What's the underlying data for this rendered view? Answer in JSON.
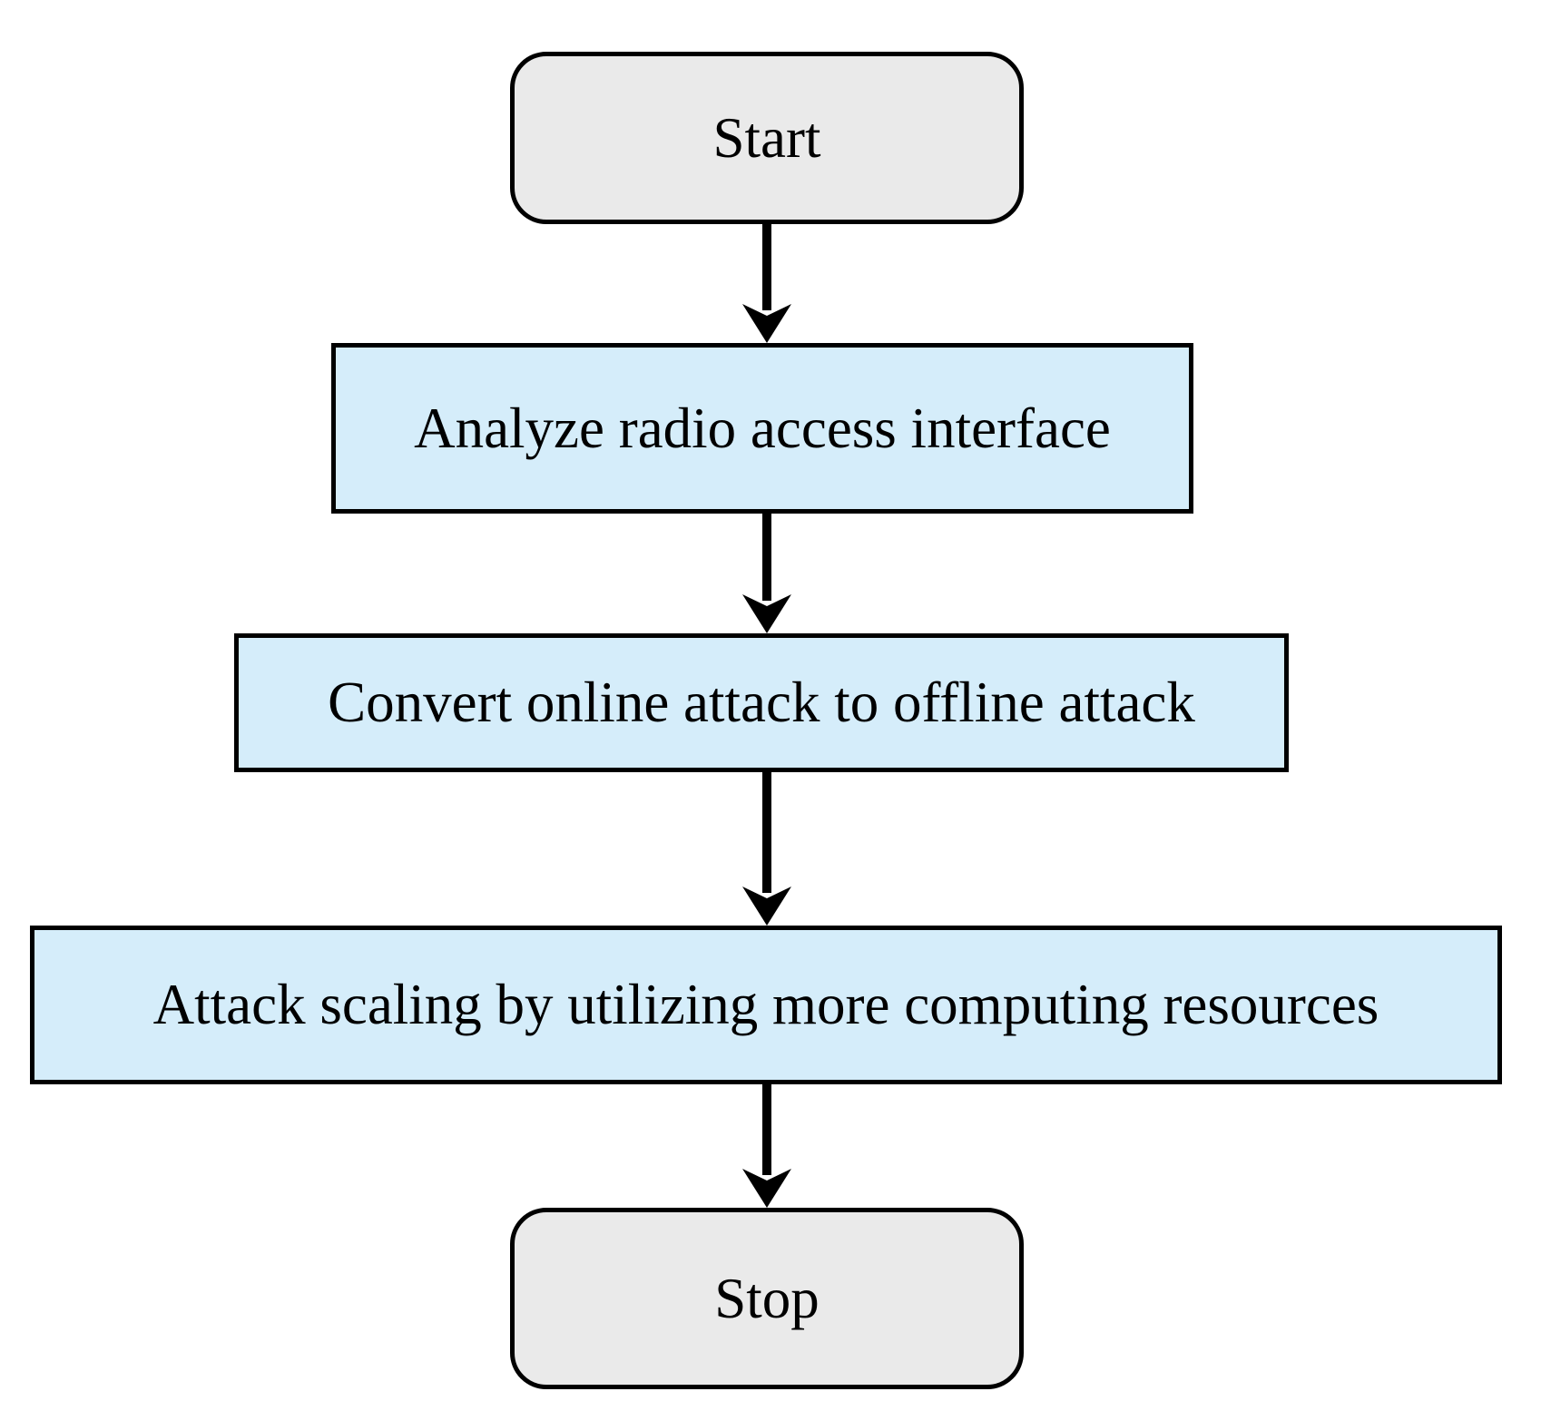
{
  "diagram": {
    "type": "flowchart",
    "direction": "top-down",
    "nodes": [
      {
        "id": "start",
        "shape": "terminator",
        "label": "Start",
        "fill": "#eaeaea"
      },
      {
        "id": "analyze",
        "shape": "process",
        "label": "Analyze radio access interface",
        "fill": "#d5edfa"
      },
      {
        "id": "convert",
        "shape": "process",
        "label": "Convert online attack to offline attack",
        "fill": "#d5edfa"
      },
      {
        "id": "scale",
        "shape": "process",
        "label": "Attack scaling by utilizing more computing resources",
        "fill": "#d5edfa"
      },
      {
        "id": "stop",
        "shape": "terminator",
        "label": "Stop",
        "fill": "#eaeaea"
      }
    ],
    "edges": [
      {
        "from": "start",
        "to": "analyze"
      },
      {
        "from": "analyze",
        "to": "convert"
      },
      {
        "from": "convert",
        "to": "scale"
      },
      {
        "from": "scale",
        "to": "stop"
      }
    ],
    "colors": {
      "process_fill": "#d5edfa",
      "terminator_fill": "#eaeaea",
      "border": "#000000",
      "arrow": "#000000",
      "text": "#000000",
      "background": "#ffffff"
    }
  }
}
